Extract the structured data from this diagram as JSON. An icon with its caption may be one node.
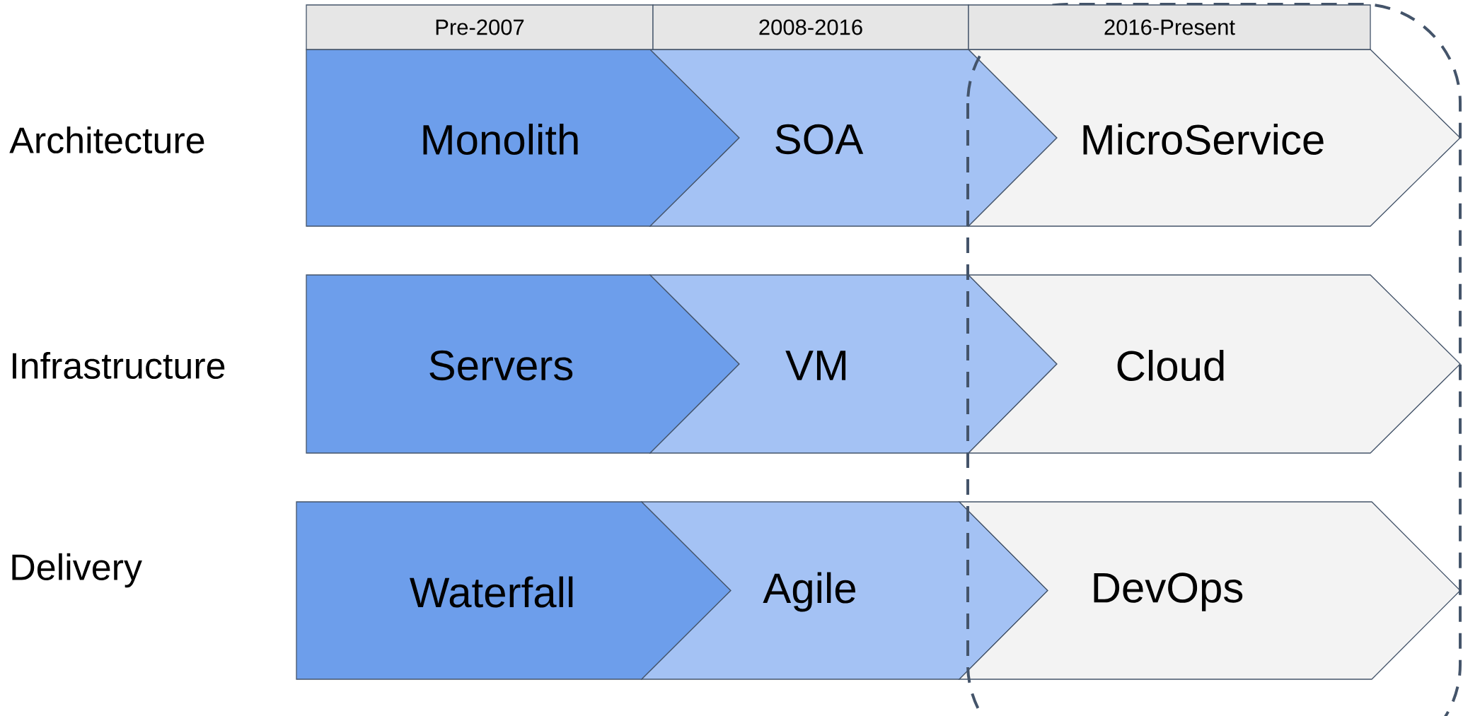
{
  "diagram": {
    "nodes": [
      {
        "text": [
          "Pre-2007"
        ]
      },
      {
        "text": [
          "2008-2016"
        ]
      },
      {
        "text": [
          "2016-Present"
        ]
      },
      {
        "text": [
          "Monolith"
        ]
      },
      {
        "text": [
          "SOA"
        ]
      },
      {
        "text": [
          "MicroService"
        ]
      },
      {
        "text": [
          "Servers"
        ]
      },
      {
        "text": [
          "VM"
        ]
      },
      {
        "text": [
          "Cloud"
        ]
      },
      {
        "text": [
          "Waterfall"
        ]
      },
      {
        "text": [
          "Agile"
        ]
      },
      {
        "text": [
          "DevOps"
        ]
      }
    ],
    "labels": [
      "Architecture",
      "Infrastructure",
      "Delivery"
    ]
  }
}
